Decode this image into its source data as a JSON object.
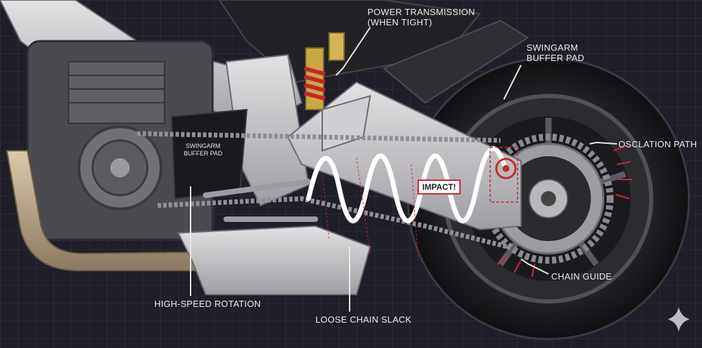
{
  "labels": {
    "power_transmission_line1": "POWER TRANSMISSION",
    "power_transmission_line2": "(WHEN TIGHT)",
    "swingarm_buffer_pad_line1": "SWINGARM",
    "swingarm_buffer_pad_line2": "BUFFER PAD",
    "oscillation_path": "OSCLATION PATH",
    "impact": "IMPACT!",
    "chain_guide": "CHAIN GUIDE",
    "high_speed_rotation": "HIGH-SPEED ROTATION",
    "loose_chain_slack": "LOOSE CHAIN SLACK",
    "inner_buffer_pad_line1": "SWINGARM",
    "inner_buffer_pad_line2": "BUFFER PAD"
  },
  "colors": {
    "background": "#1f1f29",
    "label_text": "#ececec",
    "leader_line": "#e8e8e8",
    "accent_red": "#c9282e",
    "wave": "#ffffff",
    "metal": "#c9c9cc",
    "tire": "#1a1a1d"
  },
  "icons": {
    "sparkle": "four-point-star-icon"
  }
}
